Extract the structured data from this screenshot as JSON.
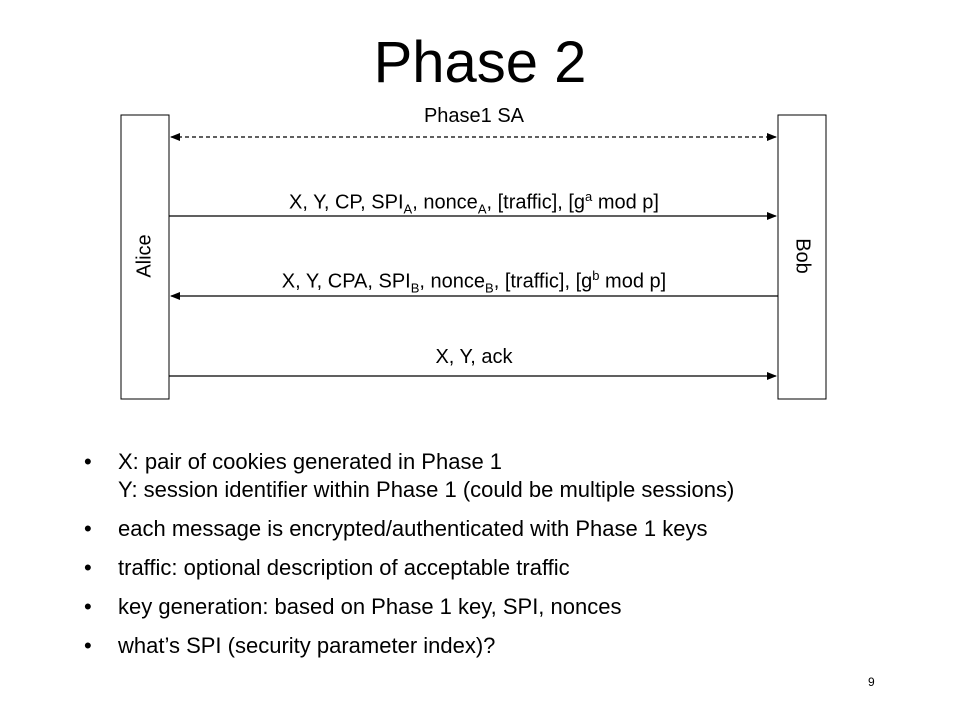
{
  "title": "Phase 2",
  "actors": {
    "left": "Alice",
    "right": "Bob"
  },
  "messages": {
    "sa": "Phase1 SA",
    "m1": {
      "a": "X, Y, CP, SPI",
      "b": "A",
      "c": ", nonce",
      "d": "A",
      "e": ", [traffic], [g",
      "f": "a",
      "g": " mod p]"
    },
    "m2": {
      "a": "X, Y, CPA, SPI",
      "b": "B",
      "c": ", nonce",
      "d": "B",
      "e": ", [traffic], [g",
      "f": "b",
      "g": " mod p]"
    },
    "m3": "X, Y, ack"
  },
  "bullets": [
    {
      "line1": "X: pair of cookies generated in Phase 1",
      "line2": "Y: session identifier within Phase 1 (could be multiple sessions)"
    },
    {
      "line1": "each message is encrypted/authenticated with Phase 1 keys"
    },
    {
      "line1": "traffic: optional description of acceptable traffic"
    },
    {
      "line1": "key generation: based on Phase 1 key, SPI,  nonces"
    },
    {
      "line1": "what’s SPI (security parameter index)?"
    }
  ],
  "page_number": "9"
}
